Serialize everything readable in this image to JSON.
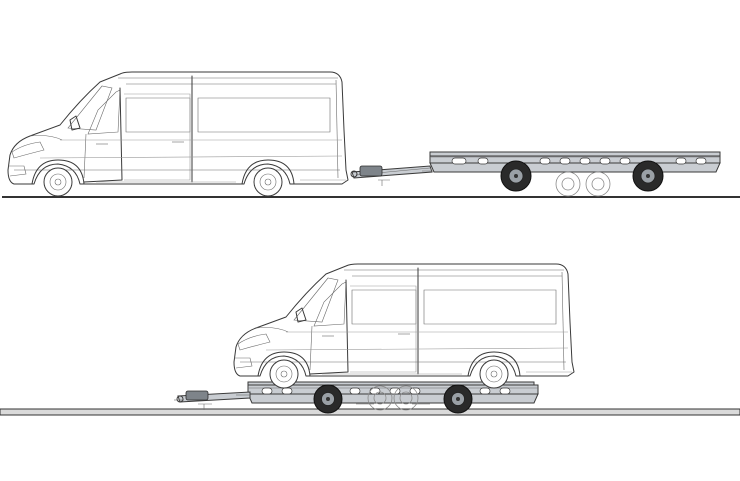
{
  "scenes": [
    {
      "id": "towing",
      "ground": "single-line"
    },
    {
      "id": "loaded",
      "ground": "double-line"
    }
  ],
  "colors": {
    "line": "#3a3a3a",
    "trailer_deck": "#c9cdd2",
    "trailer_dark": "#7e848a",
    "tyre": "#2a2a2a",
    "background": "#ffffff"
  }
}
